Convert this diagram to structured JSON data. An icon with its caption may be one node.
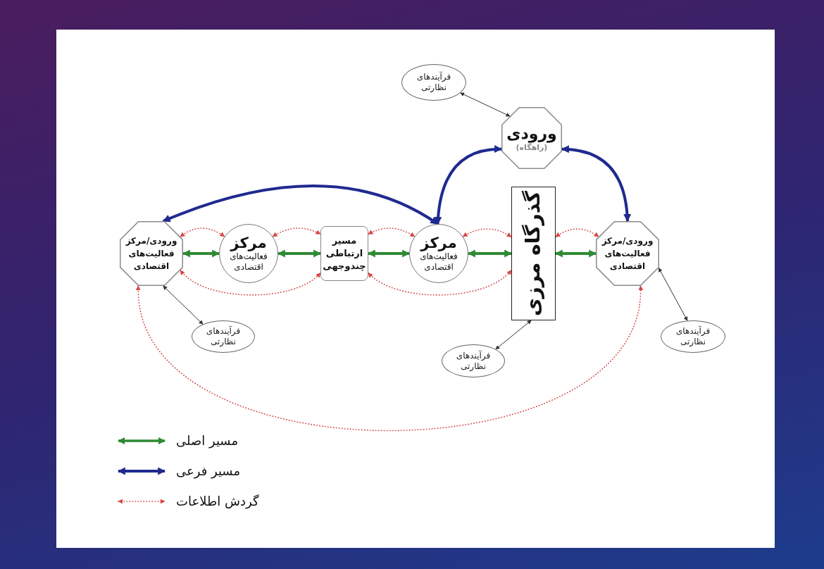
{
  "diagram": {
    "nodes": [
      {
        "text": [
          "فرآیندهای نظارتی"
        ]
      },
      {
        "text": [
          "ورودی",
          "(راهگاه)"
        ]
      },
      {
        "text": [
          "ورودی/مرکز فعالیت‌های اقتصادی"
        ]
      },
      {
        "text": [
          "مرکز",
          "فعالیت‌های اقتصادی"
        ]
      },
      {
        "text": [
          "مسیر ارتباطی چندوجهی"
        ]
      },
      {
        "text": [
          "مرکز",
          "فعالیت‌های اقتصادی"
        ]
      },
      {
        "text": [
          "گذرگاه مرزی"
        ]
      },
      {
        "text": [
          "ورودی/مرکز فعالیت‌های اقتصادی"
        ]
      },
      {
        "text": [
          "فرآیندهای نظارتی"
        ]
      },
      {
        "text": [
          "فرآیندهای نظارتی"
        ]
      },
      {
        "text": [
          "فرآیندهای نظارتی"
        ]
      }
    ],
    "edges": [
      {
        "from": 2,
        "to": 3,
        "arrow": "both",
        "style": "thick",
        "color": "#2e8b34"
      },
      {
        "from": 3,
        "to": 4,
        "arrow": "both",
        "style": "thick",
        "color": "#2e8b34"
      },
      {
        "from": 4,
        "to": 5,
        "arrow": "both",
        "style": "thick",
        "color": "#2e8b34"
      },
      {
        "from": 5,
        "to": 6,
        "arrow": "both",
        "style": "thick",
        "color": "#2e8b34"
      },
      {
        "from": 6,
        "to": 7,
        "arrow": "both",
        "style": "thick",
        "color": "#2e8b34"
      },
      {
        "from": 5,
        "to": 2,
        "arrow": "both",
        "style": "thick",
        "color": "#1f2a8f"
      },
      {
        "from": 5,
        "to": 1,
        "arrow": "both",
        "style": "thick",
        "color": "#1f2a8f"
      },
      {
        "from": 1,
        "to": 7,
        "arrow": "both",
        "style": "thick",
        "color": "#1f2a8f"
      },
      {
        "from": 2,
        "to": 3,
        "arrow": "both",
        "style": "dashed"
      },
      {
        "from": 3,
        "to": 4,
        "arrow": "both",
        "style": "dashed"
      },
      {
        "from": 4,
        "to": 5,
        "arrow": "both",
        "style": "dashed"
      },
      {
        "from": 5,
        "to": 6,
        "arrow": "both",
        "style": "dashed"
      },
      {
        "from": 6,
        "to": 7,
        "arrow": "both",
        "style": "dashed"
      },
      {
        "from": 2,
        "to": 4,
        "arrow": "both",
        "style": "dashed"
      },
      {
        "from": 4,
        "to": 6,
        "arrow": "both",
        "style": "dashed"
      },
      {
        "from": 2,
        "to": 7,
        "arrow": "both",
        "style": "dashed"
      },
      {
        "from": 0,
        "to": 1,
        "arrow": "both",
        "color": "#333333"
      },
      {
        "from": 2,
        "to": 8,
        "arrow": "both",
        "color": "#333333"
      },
      {
        "from": 6,
        "to": 9,
        "arrow": "both",
        "color": "#333333"
      },
      {
        "from": 7,
        "to": 10,
        "arrow": "both",
        "color": "#333333"
      }
    ],
    "legend": [
      {
        "text": "مسیر اصلی"
      },
      {
        "text": "مسیر فرعی"
      },
      {
        "text": "گردش اطلاعات"
      }
    ]
  }
}
